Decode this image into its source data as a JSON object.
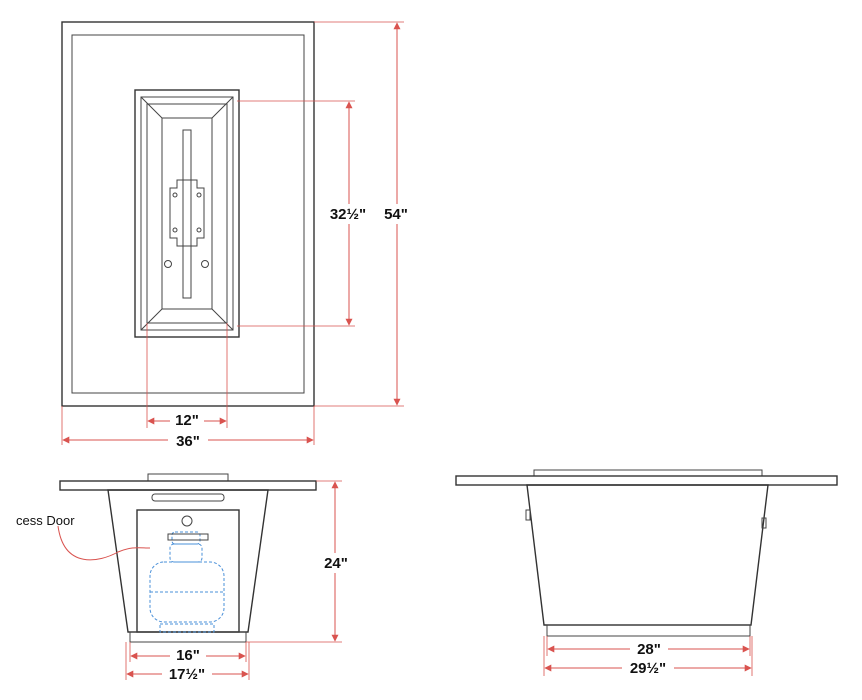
{
  "top_view": {
    "dim_width_outer": "36\"",
    "dim_width_burner": "12\"",
    "dim_length_outer": "54\"",
    "dim_length_burner": "32½\""
  },
  "front_view": {
    "label_access_door": "cess Door",
    "dim_height": "24\"",
    "dim_base_inner": "16\"",
    "dim_base_outer": "17½\""
  },
  "side_view": {
    "dim_base_inner": "28\"",
    "dim_base_outer": "29½\""
  },
  "colors": {
    "dimension_line": "#d9534f",
    "outline": "#333333",
    "propane_tank": "#4a90d9"
  }
}
